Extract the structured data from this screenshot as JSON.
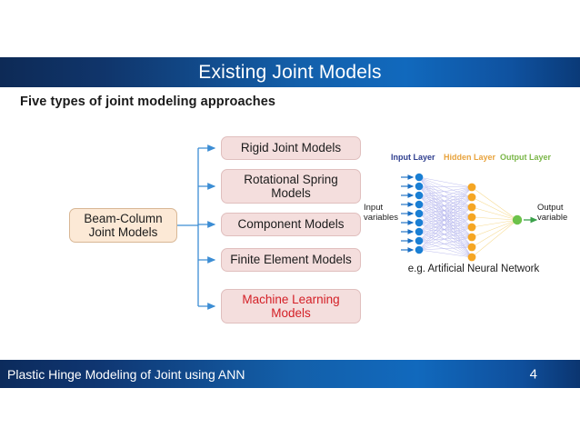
{
  "slide": {
    "title": "Existing Joint Models",
    "subtitle": "Five types of joint modeling approaches"
  },
  "flow": {
    "root": {
      "line1": "Beam-Column",
      "line2": "Joint Models"
    },
    "children": [
      {
        "id": "rigid",
        "line1": "Rigid Joint Models",
        "line2": ""
      },
      {
        "id": "rotational",
        "line1": "Rotational Spring",
        "line2": "Models"
      },
      {
        "id": "component",
        "line1": "Component Models",
        "line2": ""
      },
      {
        "id": "finite",
        "line1": "Finite Element Models",
        "line2": ""
      },
      {
        "id": "ml",
        "line1": "Machine Learning",
        "line2": "Models"
      }
    ],
    "colors": {
      "root_fill": "#fce9d6",
      "root_border": "#d8b795",
      "child_fill": "#f4dedd",
      "child_border": "#e0bfbe",
      "highlight_text": "#d42027",
      "connector": "#3c8dd4"
    }
  },
  "neural_network": {
    "labels": {
      "input_layer": "Input Layer",
      "hidden_layer": "Hidden Layer",
      "output_layer": "Output Layer"
    },
    "input_side": {
      "line1": "Input",
      "line2": "variables"
    },
    "output_side": {
      "line1": "Output",
      "line2": "variable"
    },
    "caption": "e.g. Artificial Neural Network",
    "counts": {
      "input_nodes": 9,
      "hidden_nodes": 8,
      "output_nodes": 1
    },
    "colors": {
      "input_node": "#1a7fd4",
      "hidden_node": "#f5a623",
      "output_node": "#6cc24a",
      "input_label": "#2f3f8f",
      "hidden_label": "#e8a33d",
      "output_label": "#7ab648",
      "edge_input": "#8d8fe0",
      "edge_hidden": "#f6d88a",
      "arrow": "#1a6fc4",
      "arrow_output": "#3ba14a"
    }
  },
  "footer": {
    "text": "Plastic Hinge Modeling of Joint using ANN",
    "page_number": "4"
  },
  "theme": {
    "title_bar_dark": "#0d2a56",
    "title_bar_bright": "#1169bd",
    "title_text": "#ffffff"
  }
}
